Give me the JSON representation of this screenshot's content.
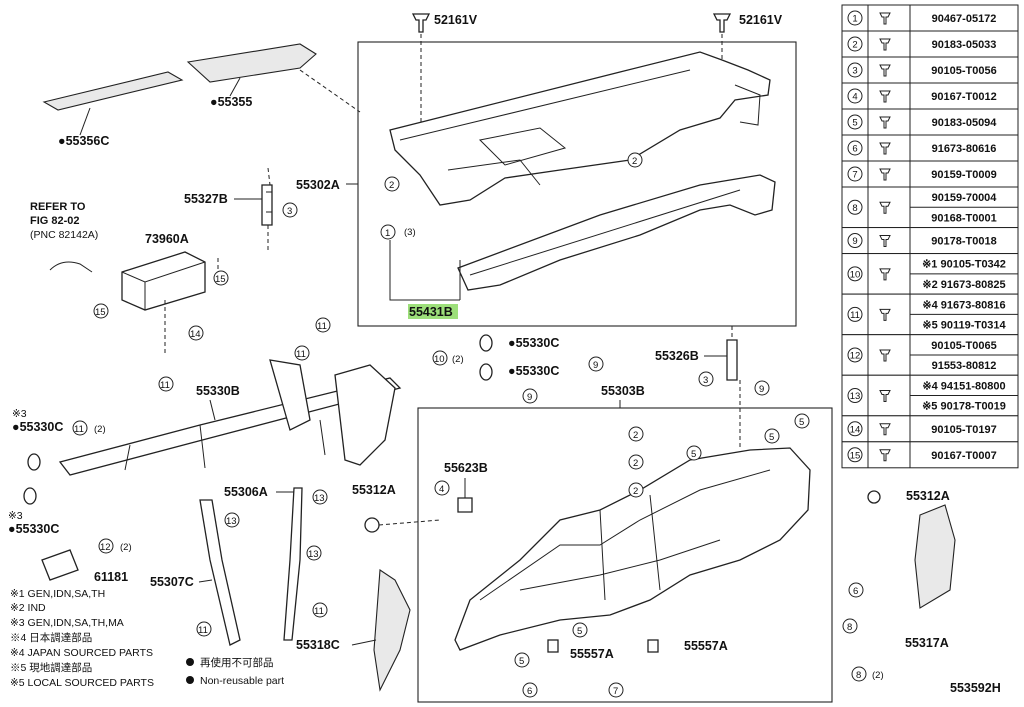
{
  "labels": {
    "p52161v_a": "52161V",
    "p52161v_b": "52161V",
    "p55355": "55355",
    "p55356c": "55356C",
    "p55327b": "55327B",
    "p55302a": "55302A",
    "p55431b": "55431B",
    "refer_1": "REFER TO",
    "refer_2": "FIG 82-02",
    "refer_3": "(PNC 82142A)",
    "p73960a": "73960A",
    "p55330b": "55330B",
    "p55330c_1": "55330C",
    "p55330c_2": "55330C",
    "p55330c_3": "55330C",
    "p55330c_4": "55330C",
    "p55326b": "55326B",
    "p55303b": "55303B",
    "p55623b": "55623B",
    "p55306a": "55306A",
    "p55312a_1": "55312A",
    "p55312a_2": "55312A",
    "p61181": "61181",
    "p55307c": "55307C",
    "p55318c": "55318C",
    "p55557a_1": "55557A",
    "p55557a_2": "55557A",
    "p55317a": "55317A",
    "qty_3": "(3)",
    "qty_2a": "(2)",
    "qty_2b": "(2)",
    "qty_2c": "(2)",
    "qty_2d": "(2)",
    "sym_3a": "※3",
    "sym_3b": "※3",
    "diagram_code": "553592H"
  },
  "legend": [
    "※1 GEN,IDN,SA,TH",
    "※2 IND",
    "※3 GEN,IDN,SA,TH,MA",
    "※4 日本調達部品",
    "※4 JAPAN SOURCED PARTS",
    "※5 現地調達部品",
    "※5 LOCAL SOURCED PARTS",
    "再使用不可部品",
    "Non-reusable part"
  ],
  "parts_table": [
    {
      "no": "1",
      "parts": [
        "90467-05172"
      ]
    },
    {
      "no": "2",
      "parts": [
        "90183-05033"
      ]
    },
    {
      "no": "3",
      "parts": [
        "90105-T0056"
      ]
    },
    {
      "no": "4",
      "parts": [
        "90167-T0012"
      ]
    },
    {
      "no": "5",
      "parts": [
        "90183-05094"
      ]
    },
    {
      "no": "6",
      "parts": [
        "91673-80616"
      ]
    },
    {
      "no": "7",
      "parts": [
        "90159-T0009"
      ]
    },
    {
      "no": "8",
      "parts": [
        "90159-70004",
        "90168-T0001"
      ]
    },
    {
      "no": "9",
      "parts": [
        "90178-T0018"
      ]
    },
    {
      "no": "10",
      "parts": [
        "※1 90105-T0342",
        "※2 91673-80825"
      ]
    },
    {
      "no": "11",
      "parts": [
        "※4 91673-80816",
        "※5 90119-T0314"
      ]
    },
    {
      "no": "12",
      "parts": [
        "90105-T0065",
        "91553-80812"
      ]
    },
    {
      "no": "13",
      "parts": [
        "※4 94151-80800",
        "※5 90178-T0019"
      ]
    },
    {
      "no": "14",
      "parts": [
        "90105-T0197"
      ]
    },
    {
      "no": "15",
      "parts": [
        "90167-T0007"
      ]
    }
  ],
  "callouts": [
    "1",
    "2",
    "2",
    "2",
    "2",
    "2",
    "3",
    "3",
    "4",
    "5",
    "5",
    "5",
    "5",
    "5",
    "6",
    "6",
    "7",
    "8",
    "8",
    "9",
    "9",
    "10",
    "11",
    "11",
    "11",
    "11",
    "11",
    "12",
    "13",
    "13",
    "13",
    "14",
    "15",
    "15"
  ]
}
